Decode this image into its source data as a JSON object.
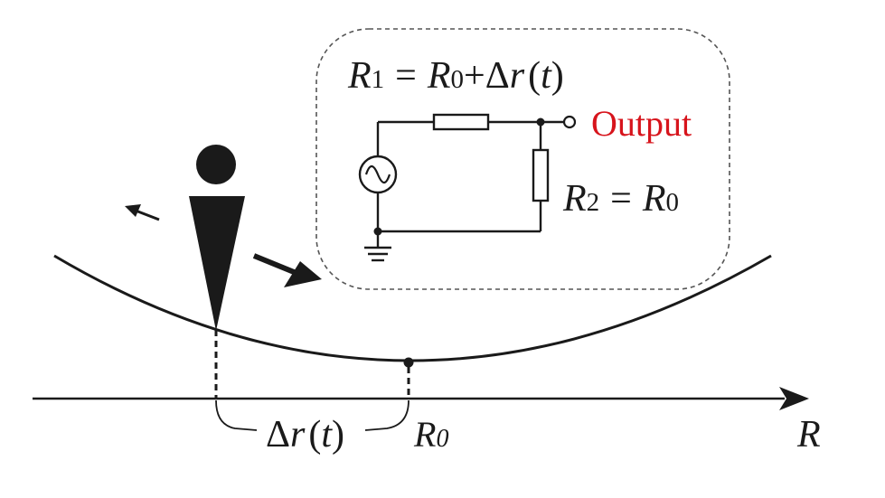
{
  "colors": {
    "ink": "#1a1a1a",
    "output": "#d7141c",
    "frame": "#555555"
  },
  "equation_r1": {
    "lhs": "R",
    "lhs_sub": "1",
    "equals": "=",
    "rhs_r": "R",
    "rhs_sub": "0",
    "plus": "+",
    "delta": "Δ",
    "var": "r",
    "open": "(",
    "t": "t",
    "close": ")"
  },
  "equation_r2": {
    "lhs": "R",
    "lhs_sub": "2",
    "equals": "=",
    "rhs_r": "R",
    "rhs_sub": "0"
  },
  "output_label": "Output",
  "displacement": {
    "delta": "Δ",
    "var": "r",
    "open": "(",
    "t": "t",
    "close": ")"
  },
  "r0_label": {
    "r": "R",
    "sub": "0"
  },
  "axis_label": "R",
  "icons": {
    "source": "ac-source-icon",
    "ground": "ground-icon",
    "resistor": "resistor-icon",
    "terminal": "output-terminal-icon"
  }
}
